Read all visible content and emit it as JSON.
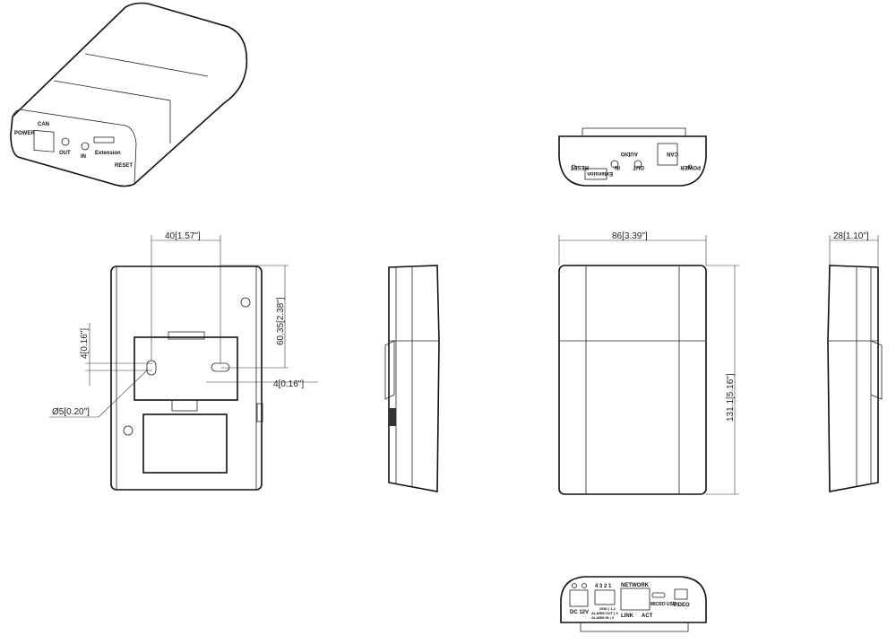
{
  "dimensions": {
    "mount_width": "40[1.57\"]",
    "mount_height": "60.35[2.38\"]",
    "slot_left": "4[0.16\"]",
    "slot_right": "4[0.16\"]",
    "hole_diameter": "Ø5[0.20\"]",
    "width": "86[3.39\"]",
    "height": "131.1[5.16\"]",
    "depth": "28[1.10\"]"
  },
  "top_panel": {
    "power": "POWER",
    "can": "CAN",
    "audio": "AUDIO",
    "out": "OUT",
    "in": "IN",
    "extension": "Extension",
    "reset": "RESET"
  },
  "bottom_panel": {
    "dc": "DC 12V",
    "pins": "4 3 2 1",
    "gnd": "GND | 1,2",
    "alarm_out": "ALARM OUT | 3",
    "alarm_in": "ALARM IN | 4",
    "network": "NETWORK",
    "link": "LINK",
    "act": "ACT",
    "micro_usb": "MICRO USB",
    "video": "VIDEO"
  }
}
